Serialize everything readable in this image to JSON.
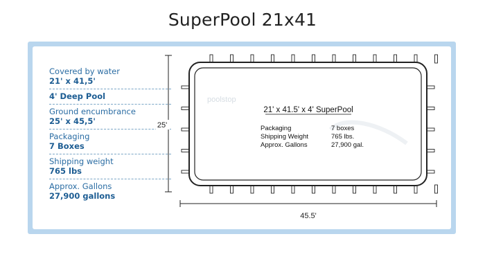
{
  "page": {
    "title": "SuperPool 21x41"
  },
  "specs": [
    {
      "label": "Covered by water",
      "value": "21' x 41,5'"
    },
    {
      "label": "",
      "value": "4' Deep Pool"
    },
    {
      "label": "Ground encumbrance",
      "value": "25' x 45,5'"
    },
    {
      "label": "Packaging",
      "value": "7 Boxes"
    },
    {
      "label": "Shipping weight",
      "value": "765 lbs"
    },
    {
      "label": "Approx. Gallons",
      "value": "27,900 gallons"
    }
  ],
  "diagram": {
    "dim_height": "25'",
    "dim_width": "45.5'",
    "inner_title": "21' x 41.5' x 4'  SuperPool",
    "watermark": "poolstop",
    "rows": [
      {
        "label": "Packaging",
        "value": "7 boxes"
      },
      {
        "label": "Shipping Weight",
        "value": "765 lbs."
      },
      {
        "label": "Approx. Gallons",
        "value": "27,900 gal."
      }
    ]
  },
  "colors": {
    "panel_border": "#b9d6ee",
    "spec_text": "#2a6ca3",
    "spec_value": "#1d5d93"
  }
}
